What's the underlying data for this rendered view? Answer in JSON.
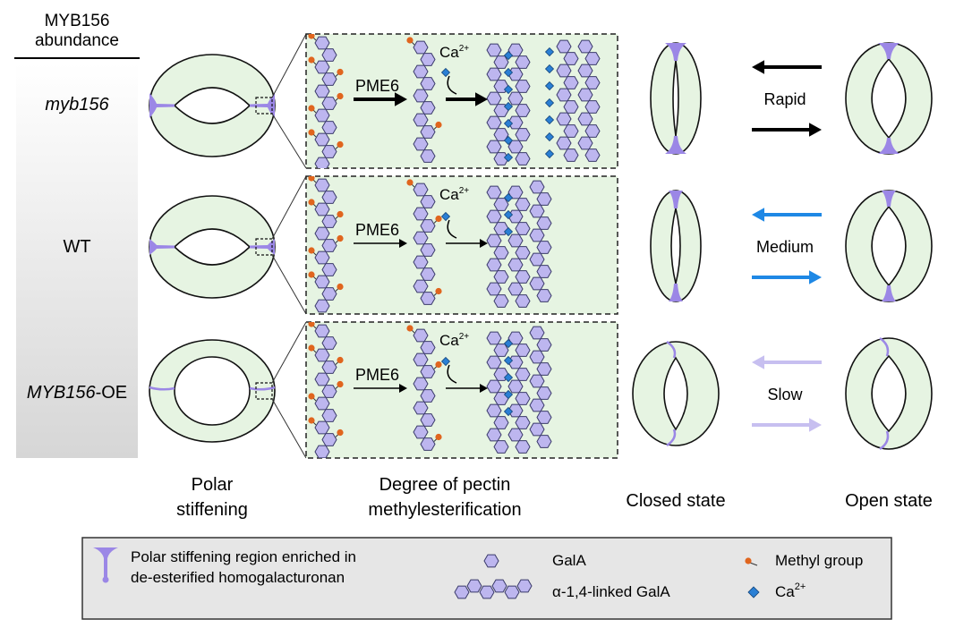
{
  "side_column": {
    "title_line1": "MYB156",
    "title_line2": "abundance",
    "rows": [
      "myb156",
      "WT",
      "MYB156",
      "-OE"
    ]
  },
  "bottom_labels": {
    "polar_line1": "Polar",
    "polar_line2": "stiffening",
    "degree_line1": "Degree of pectin",
    "degree_line2": "methylesterification",
    "closed": "Closed state",
    "open": "Open state"
  },
  "panels": {
    "enzyme": "PME6",
    "ca_label": "Ca",
    "ca_sup": "2+"
  },
  "speeds": [
    "Rapid",
    "Medium",
    "Slow"
  ],
  "legend": {
    "stiff_line1": "Polar stiffening region enriched in",
    "stiff_line2": "de-esterified homogalacturonan",
    "gala": "GalA",
    "linked": "α-1,4-linked GalA",
    "methyl": "Methyl group",
    "ca_label": "Ca",
    "ca_sup": "2+"
  },
  "colors": {
    "cell_fill": "#e6f4e2",
    "panel_fill": "#e6f4e2",
    "stiffening": "#9b87e6",
    "hexagon": "#bdb6ef",
    "methyl": "#e0651e",
    "calcium": "#2a7fd4",
    "arrow_medium": "#1e88e5",
    "arrow_slow": "#c7bff0",
    "legend_bg": "#e6e6e6"
  }
}
